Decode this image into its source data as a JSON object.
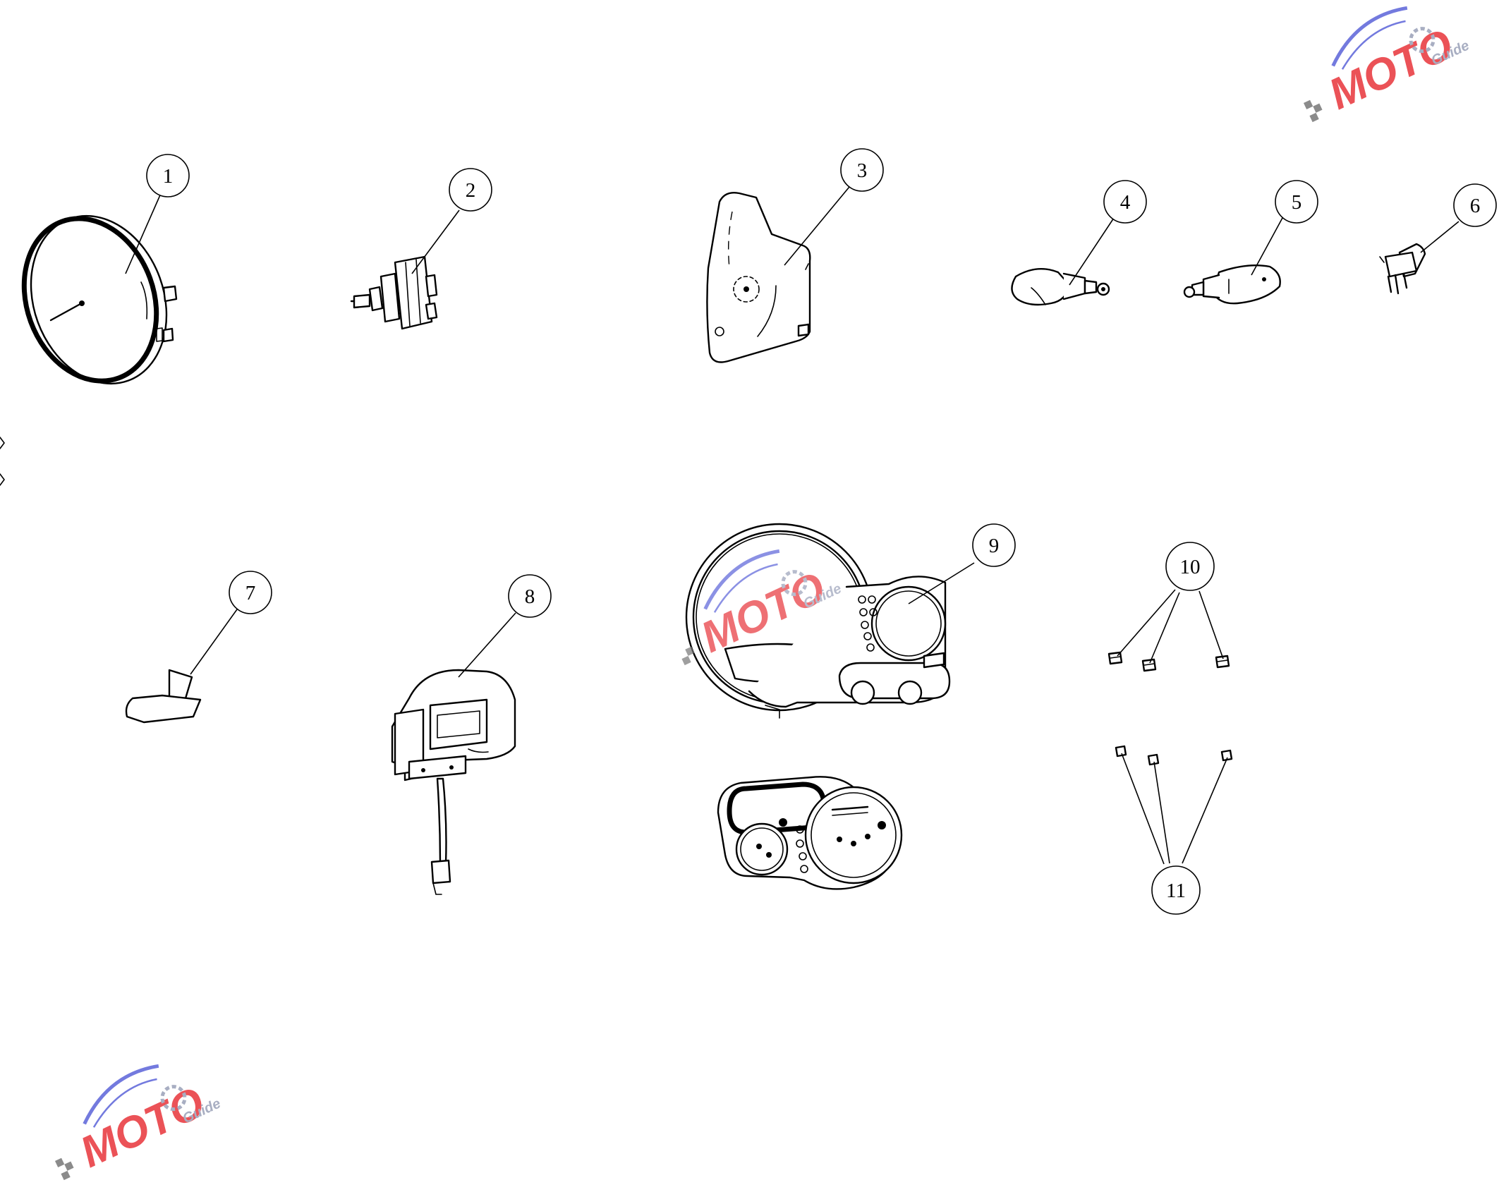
{
  "callouts": [
    {
      "id": "1",
      "label": "1"
    },
    {
      "id": "2",
      "label": "2"
    },
    {
      "id": "3",
      "label": "3"
    },
    {
      "id": "4",
      "label": "4"
    },
    {
      "id": "5",
      "label": "5"
    },
    {
      "id": "6",
      "label": "6"
    },
    {
      "id": "7",
      "label": "7"
    },
    {
      "id": "8",
      "label": "8"
    },
    {
      "id": "9",
      "label": "9"
    },
    {
      "id": "10",
      "label": "10"
    },
    {
      "id": "11",
      "label": "11"
    }
  ],
  "watermark": {
    "brand": "MOTO",
    "sub": "Guide",
    "colors": {
      "red": "#e8343a",
      "blue": "#5b63d9"
    }
  }
}
